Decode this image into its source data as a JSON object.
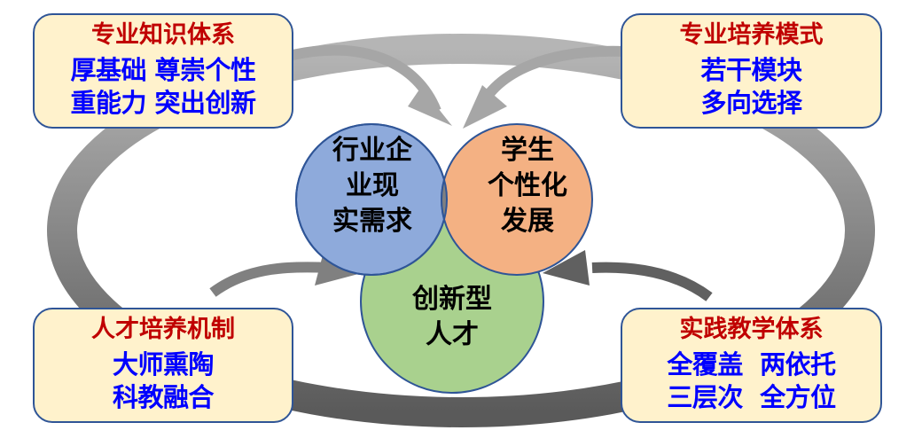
{
  "boxes": {
    "top_left": {
      "title": "专业知识体系",
      "lines": [
        "厚基础 尊崇个性",
        "重能力 突出创新"
      ]
    },
    "top_right": {
      "title": "专业培养模式",
      "lines": [
        "若干模块",
        "多向选择"
      ]
    },
    "bottom_left": {
      "title": "人才培养机制",
      "lines": [
        "大师熏陶",
        "科教融合"
      ]
    },
    "bottom_right": {
      "title": "实践教学体系",
      "lines": [
        "全覆盖  两依托",
        "三层次  全方位"
      ]
    }
  },
  "circles": {
    "industry": {
      "lines": [
        "行业企",
        "业现",
        "实需求"
      ]
    },
    "student": {
      "lines": [
        "学生",
        "个性化",
        "发展"
      ]
    },
    "talent": {
      "lines": [
        "创新型",
        "人才"
      ]
    }
  },
  "colors": {
    "box_fill": "#fff2cc",
    "box_border": "#2f5597",
    "title_red": "#c00000",
    "body_blue": "#0000ff",
    "circle_blue": "#8eaadb",
    "circle_orange": "#f4b183",
    "circle_green": "#a9d18e",
    "overlap_gray": "#808080",
    "ring_gray": "#8c8c8c"
  }
}
